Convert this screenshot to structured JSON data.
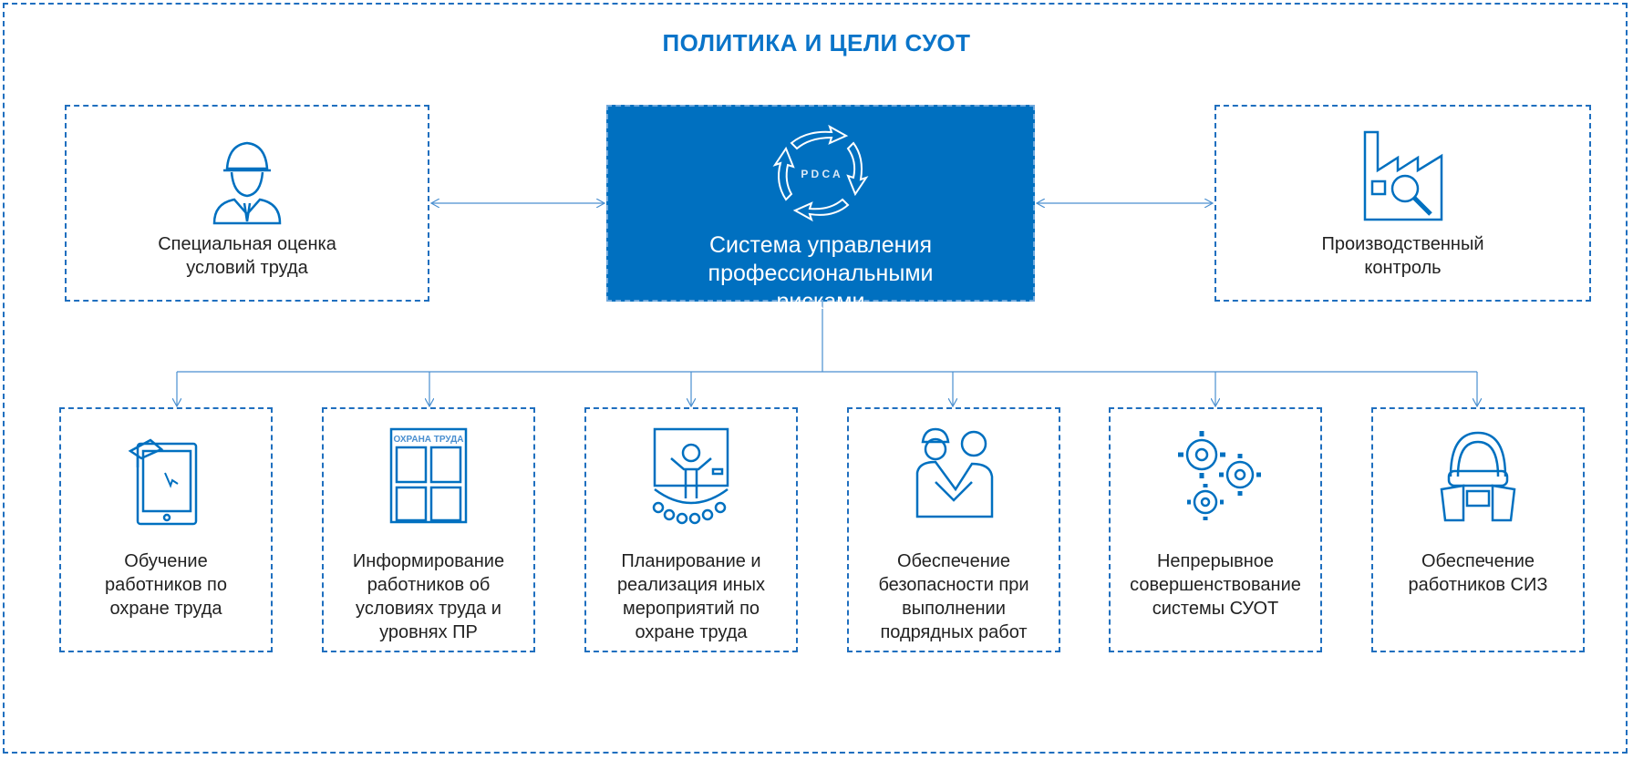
{
  "title": "ПОЛИТИКА И ЦЕЛИ СУОТ",
  "center": {
    "pdca": "P D C A",
    "label": "Система управления профессиональными рисками"
  },
  "left": {
    "label": "Специальная оценка условий труда",
    "icon": "worker-helmet-icon"
  },
  "right": {
    "label": "Производственный контроль",
    "icon": "factory-inspection-icon"
  },
  "bottom": [
    {
      "label": "Обучение работников по охране труда",
      "icon": "tablet-graduation-icon"
    },
    {
      "label": "Информирование работников об условиях труда и уровнях ПР",
      "icon": "information-board-icon",
      "board_text": "ОХРАНА ТРУДА"
    },
    {
      "label": "Планирование и реализация иных мероприятий по охране труда",
      "icon": "presentation-icon"
    },
    {
      "label": "Обеспечение безопасности при выполнении подрядных работ",
      "icon": "handshake-icon"
    },
    {
      "label": "Непрерывное совершенствование системы СУОТ",
      "icon": "gears-icon"
    },
    {
      "label": "Обеспечение работников СИЗ",
      "icon": "respirator-mask-icon"
    }
  ],
  "colors": {
    "accent": "#0070c0",
    "text": "#222222"
  }
}
